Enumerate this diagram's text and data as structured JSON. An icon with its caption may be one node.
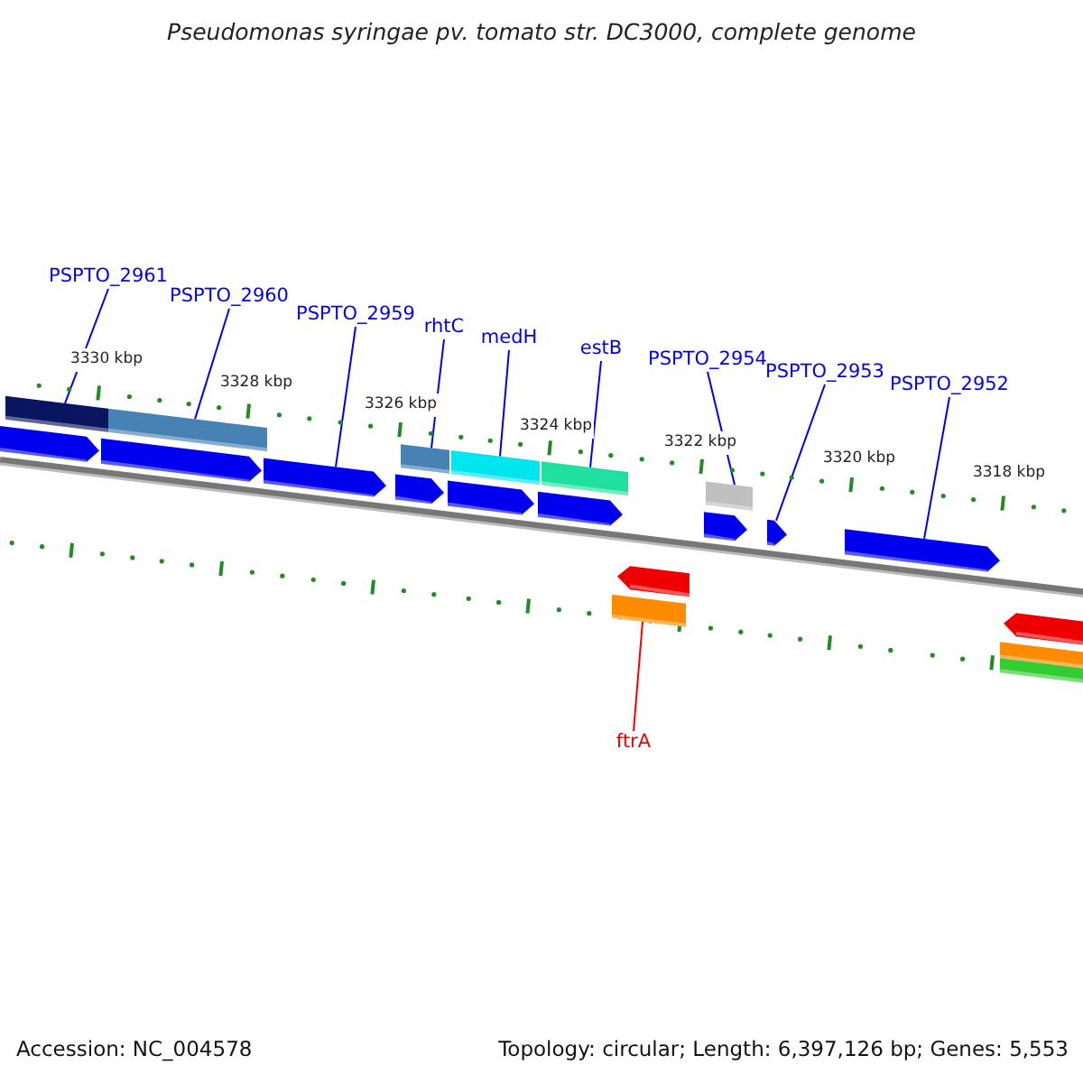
{
  "diagram": {
    "title": "Pseudomonas syringae pv. tomato str. DC3000, complete genome",
    "nodes": [
      {
        "text": [
          "PSPTO_2961"
        ]
      },
      {
        "text": [
          "PSPTO_2960"
        ]
      },
      {
        "text": [
          "PSPTO_2959"
        ]
      },
      {
        "text": [
          "rhtC"
        ]
      },
      {
        "text": [
          "medH"
        ]
      },
      {
        "text": [
          "estB"
        ]
      },
      {
        "text": [
          "PSPTO_2954"
        ]
      },
      {
        "text": [
          "PSPTO_2953"
        ]
      },
      {
        "text": [
          "PSPTO_2952"
        ]
      },
      {
        "text": [
          "ftrA"
        ]
      },
      {
        "text": [],
        "shape": "arrow"
      },
      {
        "text": [],
        "shape": "arrow"
      },
      {
        "text": [],
        "shape": "arrow"
      },
      {
        "text": [],
        "shape": "arrow"
      },
      {
        "text": [],
        "shape": "arrow"
      },
      {
        "text": [],
        "shape": "arrow"
      },
      {
        "text": [],
        "shape": "arrow"
      },
      {
        "text": [],
        "shape": "arrow"
      },
      {
        "text": [],
        "shape": "arrow"
      },
      {
        "text": [],
        "shape": "bar"
      },
      {
        "text": [],
        "shape": "bar"
      },
      {
        "text": [],
        "shape": "bar"
      },
      {
        "text": [],
        "shape": "bar"
      },
      {
        "text": [],
        "shape": "bar"
      },
      {
        "text": [],
        "shape": "bar"
      },
      {
        "text": [],
        "shape": "arrow"
      },
      {
        "text": [],
        "shape": "bar"
      },
      {
        "text": [],
        "shape": "arrow"
      },
      {
        "text": [],
        "shape": "bar"
      },
      {
        "text": [],
        "shape": "bar"
      }
    ],
    "edges": [
      {
        "from": 0,
        "to": 19,
        "arrow": "none"
      },
      {
        "from": 1,
        "to": 20,
        "arrow": "none"
      },
      {
        "from": 2,
        "to": 12,
        "arrow": "none"
      },
      {
        "from": 3,
        "to": 21,
        "arrow": "none"
      },
      {
        "from": 4,
        "to": 22,
        "arrow": "none"
      },
      {
        "from": 5,
        "to": 23,
        "arrow": "none"
      },
      {
        "from": 6,
        "to": 24,
        "arrow": "none"
      },
      {
        "from": 7,
        "to": 17,
        "arrow": "none"
      },
      {
        "from": 8,
        "to": 18,
        "arrow": "none"
      },
      {
        "from": 9,
        "to": 26,
        "arrow": "none",
        "color": "#ff0000"
      }
    ],
    "labels": [
      "3330 kbp",
      "3328 kbp",
      "3326 kbp",
      "3324 kbp",
      "3322 kbp",
      "3320 kbp",
      "3318 kbp",
      "Accession: NC_004578",
      "Topology: circular; Length: 6,397,126 bp; Genes: 5,553"
    ]
  }
}
